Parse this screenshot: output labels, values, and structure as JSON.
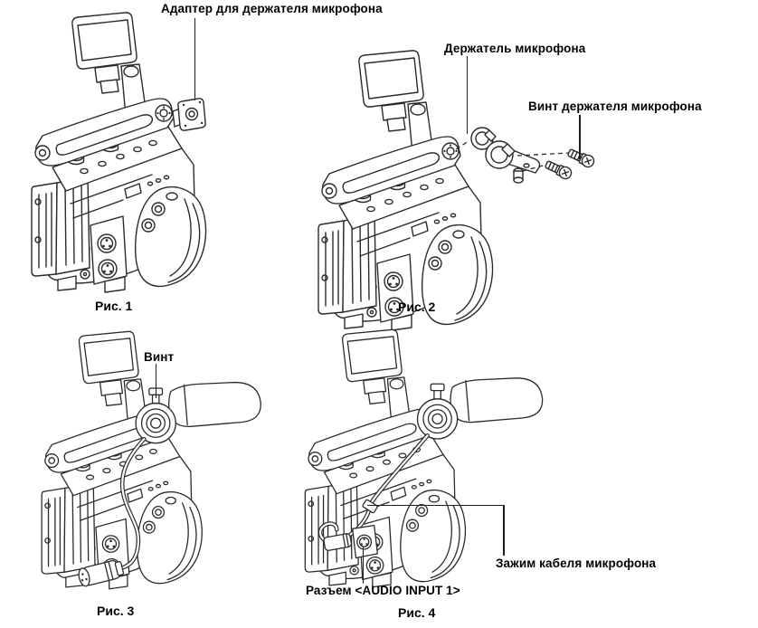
{
  "document": {
    "kind": "camera-manual-illustration",
    "language": "ru"
  },
  "colors": {
    "background": "#ffffff",
    "line": "#2b2b2b",
    "text": "#000000"
  },
  "figures": {
    "fig1": {
      "caption": "Рис. 1",
      "label_adapter": "Адаптер для держателя микрофона"
    },
    "fig2": {
      "caption": "Рис. 2",
      "label_holder": "Держатель микрофона",
      "label_holder_screw": "Винт держателя микрофона"
    },
    "fig3": {
      "caption": "Рис. 3",
      "label_screw": "Винт"
    },
    "fig4": {
      "caption": "Рис. 4",
      "label_audio_input": "Разъем <AUDIO INPUT 1>",
      "label_cable_clamp": "Зажим кабеля микрофона"
    }
  }
}
